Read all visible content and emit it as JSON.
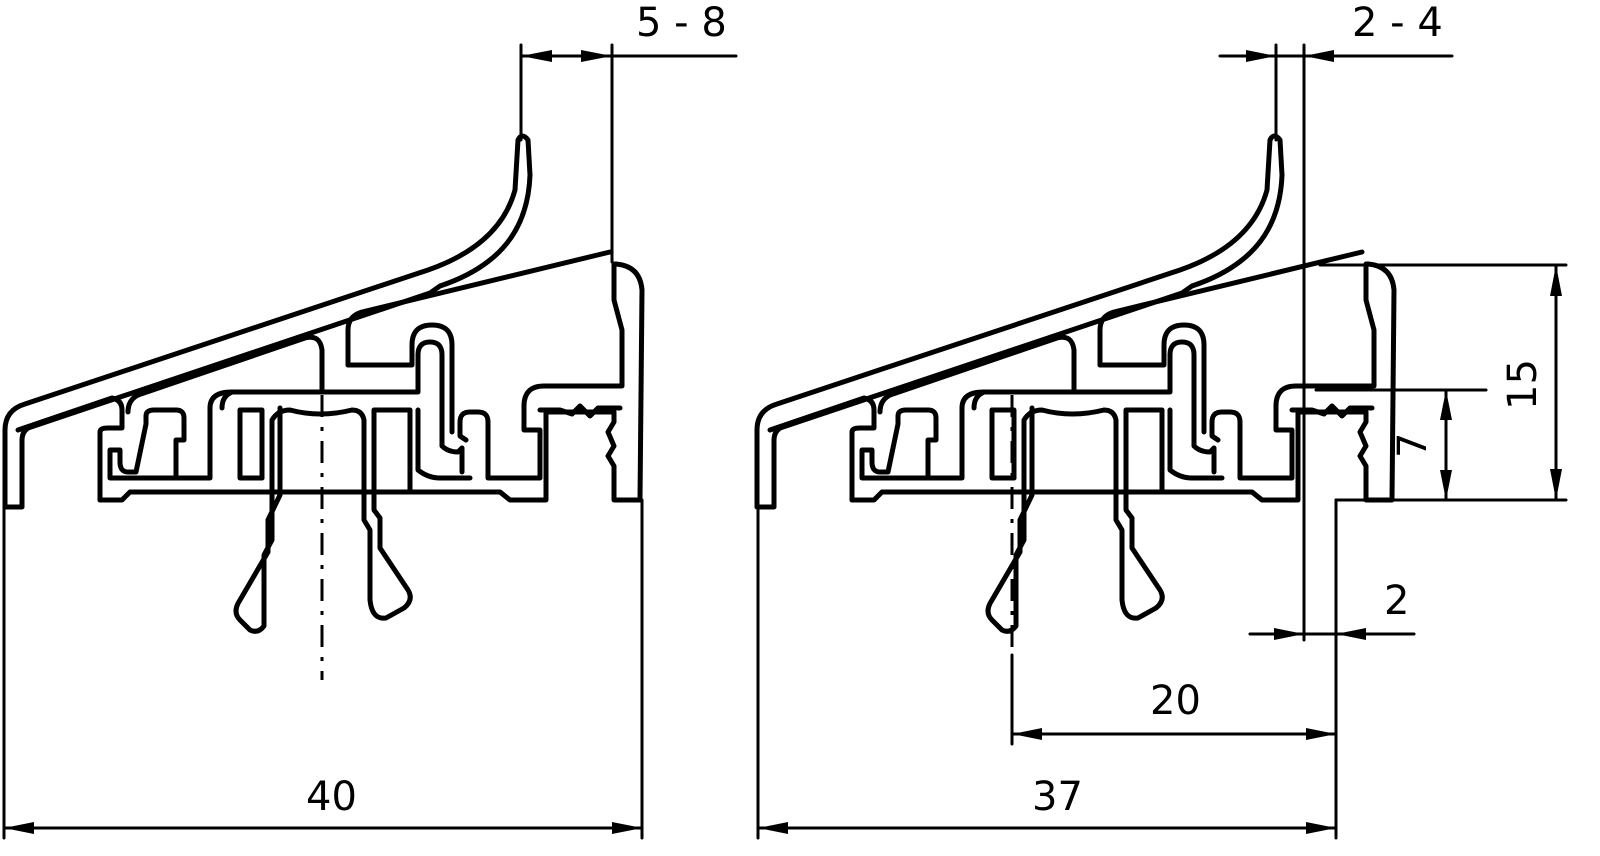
{
  "drawing": {
    "type": "technical-drawing",
    "stroke_color": "#000000",
    "background_color": "#ffffff",
    "views": [
      {
        "id": "left-profile",
        "dimensions": {
          "overall_width": "40",
          "gap_top": "5 - 8"
        }
      },
      {
        "id": "right-profile",
        "dimensions": {
          "overall_width": "37",
          "gap_top": "2 - 4",
          "axis_to_edge": "20",
          "wall_thickness": "2",
          "height_total": "15",
          "height_lower": "7"
        }
      }
    ]
  }
}
